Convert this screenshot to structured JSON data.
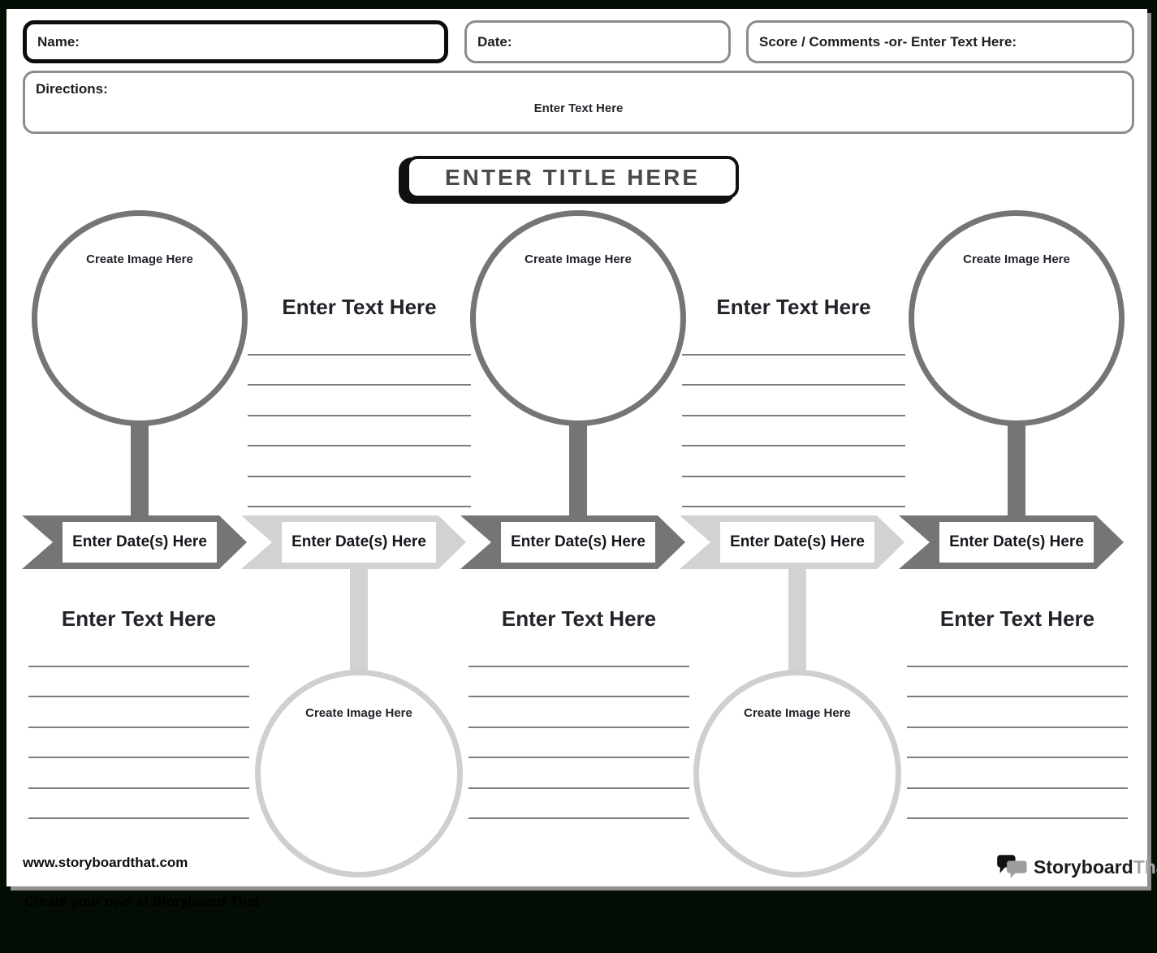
{
  "theme": {
    "background": "#030d03",
    "page_bg": "#ffffff",
    "dark_gray": "#757575",
    "light_gray": "#d2d2d2",
    "line_gray": "#7d7d7d",
    "box_border_gray": "#8c8c8c",
    "title_text": "#4a4a4a",
    "text_dark": "#1c1e21",
    "logo_secondary_gray": "#a6a6a6"
  },
  "header": {
    "name_label": "Name:",
    "date_label": "Date:",
    "score_label": "Score / Comments -or- Enter Text Here:",
    "directions_label": "Directions:",
    "directions_text": "Enter Text Here"
  },
  "title": "ENTER TITLE HERE",
  "timeline": {
    "segments": [
      {
        "index": 1,
        "shade": "dark",
        "image_position": "top",
        "date_label": "Enter Date(s) Here",
        "image_label": "Create Image Here",
        "text_label": "Enter Text Here"
      },
      {
        "index": 2,
        "shade": "light",
        "image_position": "bottom",
        "date_label": "Enter Date(s) Here",
        "image_label": "Create Image Here",
        "text_label": "Enter Text Here"
      },
      {
        "index": 3,
        "shade": "dark",
        "image_position": "top",
        "date_label": "Enter Date(s) Here",
        "image_label": "Create Image Here",
        "text_label": "Enter Text Here"
      },
      {
        "index": 4,
        "shade": "light",
        "image_position": "bottom",
        "date_label": "Enter Date(s) Here",
        "image_label": "Create Image Here",
        "text_label": "Enter Text Here"
      },
      {
        "index": 5,
        "shade": "dark",
        "image_position": "top",
        "date_label": "Enter Date(s) Here",
        "image_label": "Create Image Here",
        "text_label": "Enter Text Here"
      }
    ]
  },
  "footer": {
    "website": "www.storyboardthat.com",
    "logo_primary": "Storyboard",
    "logo_secondary": "That"
  },
  "watermark": "Create your own at Storyboard That"
}
